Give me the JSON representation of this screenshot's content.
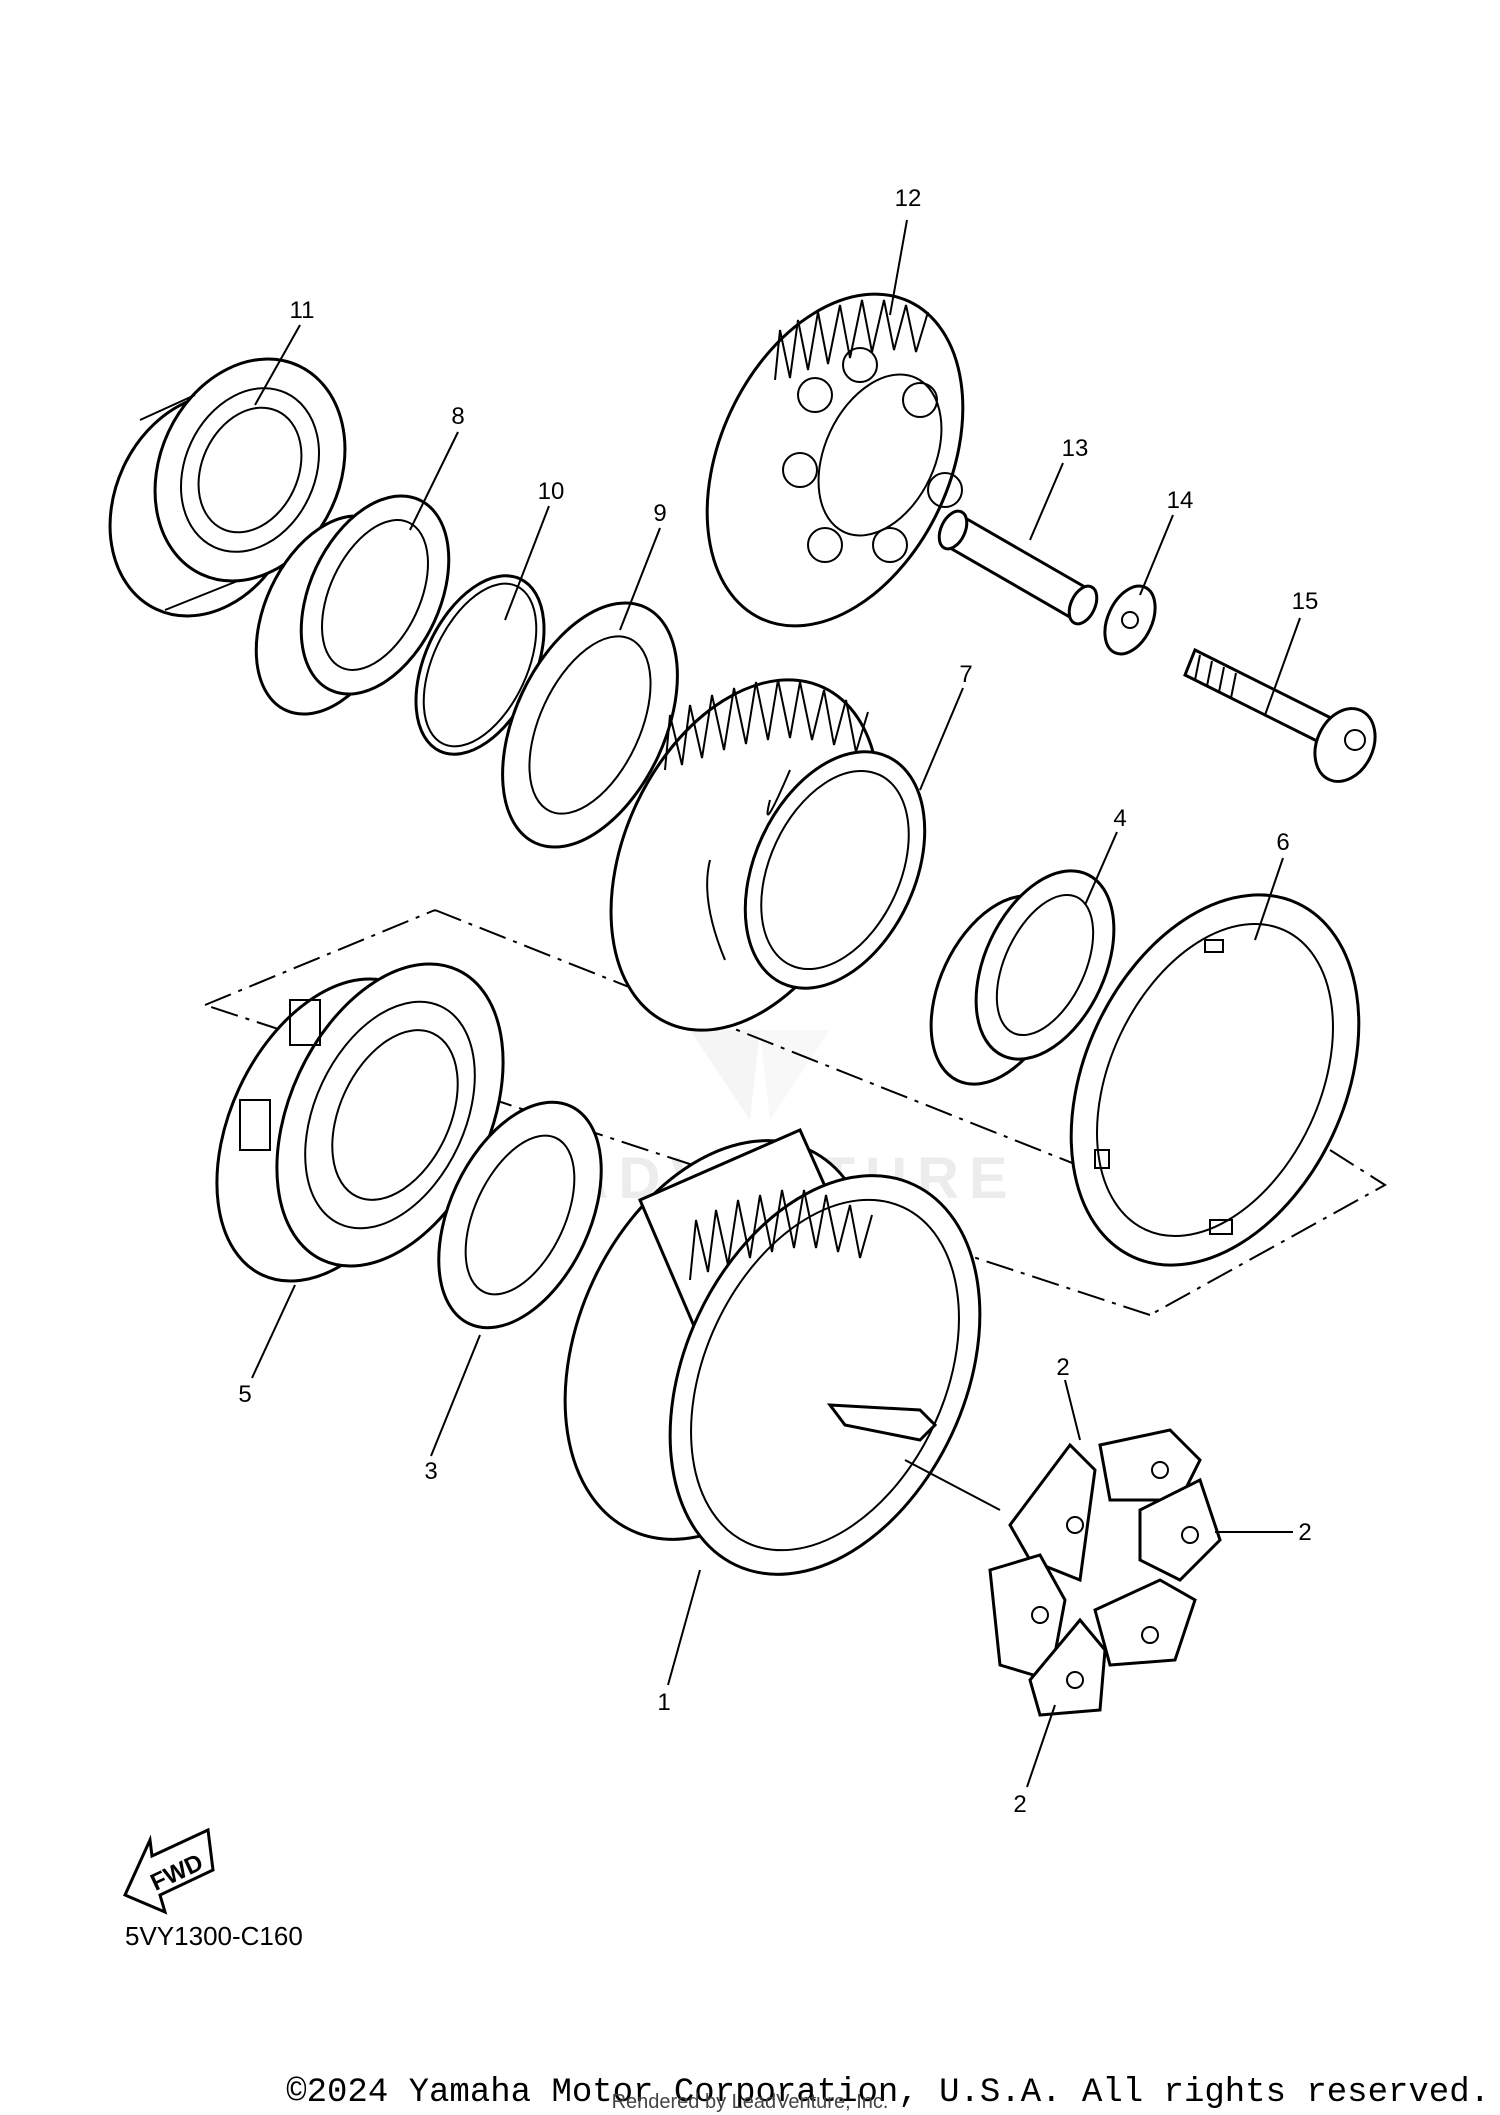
{
  "callouts": {
    "c1": "1",
    "c2a": "2",
    "c2b": "2",
    "c2c": "2",
    "c3": "3",
    "c4": "4",
    "c5": "5",
    "c6": "6",
    "c7": "7",
    "c8": "8",
    "c9": "9",
    "c10": "10",
    "c11": "11",
    "c12": "12",
    "c13": "13",
    "c14": "14",
    "c15": "15"
  },
  "fwd_label": "FWD",
  "diagram_code": "5VY1300-C160",
  "watermark": "LEADVENTURE",
  "copyright": "©2024 Yamaha Motor Corporation, U.S.A. All rights reserved.",
  "rendered_by": "Rendered by LeadVenture, Inc."
}
